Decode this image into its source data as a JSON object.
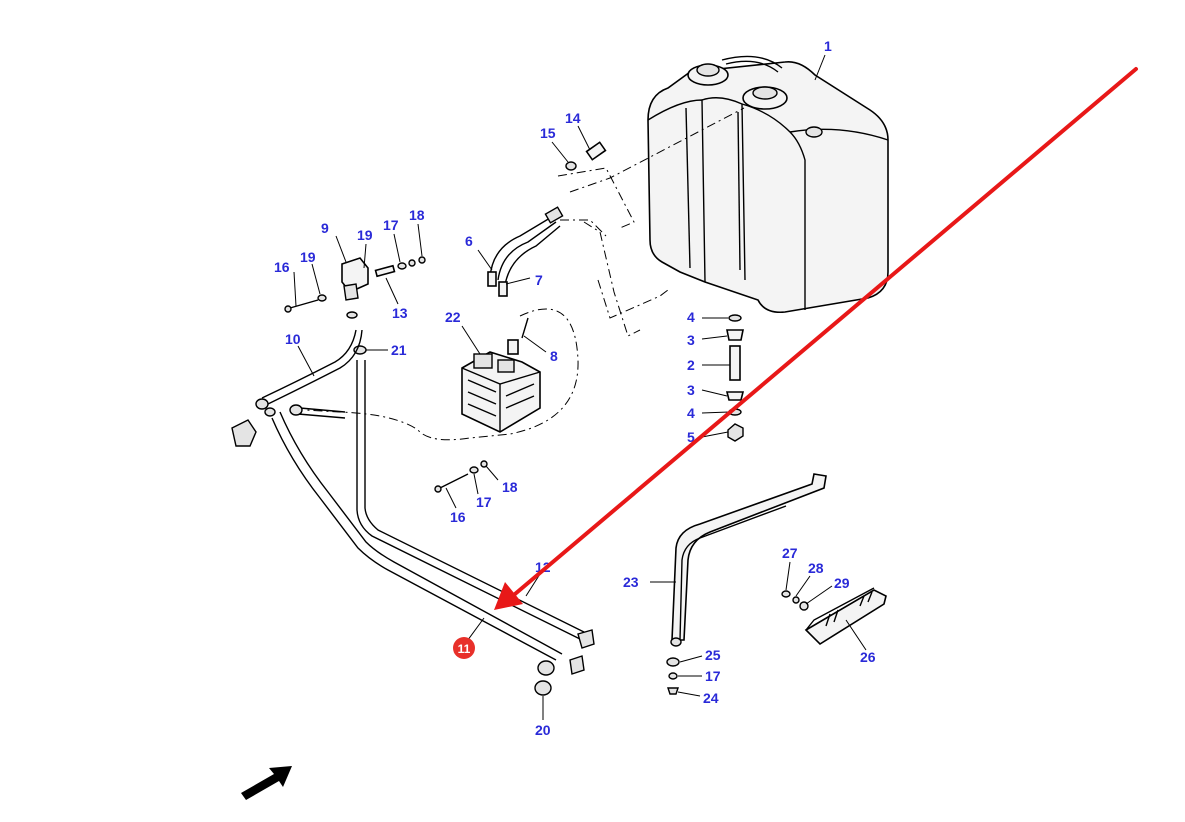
{
  "diagram": {
    "callouts": [
      {
        "id": "c1",
        "text": "1"
      },
      {
        "id": "c14",
        "text": "14"
      },
      {
        "id": "c15",
        "text": "15"
      },
      {
        "id": "c9",
        "text": "9"
      },
      {
        "id": "c17a",
        "text": "17"
      },
      {
        "id": "c18a",
        "text": "18"
      },
      {
        "id": "c16a",
        "text": "16"
      },
      {
        "id": "c19a",
        "text": "19"
      },
      {
        "id": "c19b",
        "text": "19"
      },
      {
        "id": "c13",
        "text": "13"
      },
      {
        "id": "c6",
        "text": "6"
      },
      {
        "id": "c7",
        "text": "7"
      },
      {
        "id": "c22",
        "text": "22"
      },
      {
        "id": "c8",
        "text": "8"
      },
      {
        "id": "c10",
        "text": "10"
      },
      {
        "id": "c21",
        "text": "21"
      },
      {
        "id": "c4a",
        "text": "4"
      },
      {
        "id": "c3a",
        "text": "3"
      },
      {
        "id": "c2",
        "text": "2"
      },
      {
        "id": "c3b",
        "text": "3"
      },
      {
        "id": "c4b",
        "text": "4"
      },
      {
        "id": "c5",
        "text": "5"
      },
      {
        "id": "c18b",
        "text": "18"
      },
      {
        "id": "c17b",
        "text": "17"
      },
      {
        "id": "c16b",
        "text": "16"
      },
      {
        "id": "c12",
        "text": "12"
      },
      {
        "id": "c23",
        "text": "23"
      },
      {
        "id": "c27",
        "text": "27"
      },
      {
        "id": "c28",
        "text": "28"
      },
      {
        "id": "c29",
        "text": "29"
      },
      {
        "id": "c26",
        "text": "26"
      },
      {
        "id": "c25",
        "text": "25"
      },
      {
        "id": "c17c",
        "text": "17"
      },
      {
        "id": "c24",
        "text": "24"
      },
      {
        "id": "c20",
        "text": "20"
      }
    ],
    "highlight": {
      "text": "11",
      "color": "#e8302a"
    },
    "pointer_arrow": {
      "color": "#e81818"
    },
    "label_color": "#2a2ad8"
  }
}
